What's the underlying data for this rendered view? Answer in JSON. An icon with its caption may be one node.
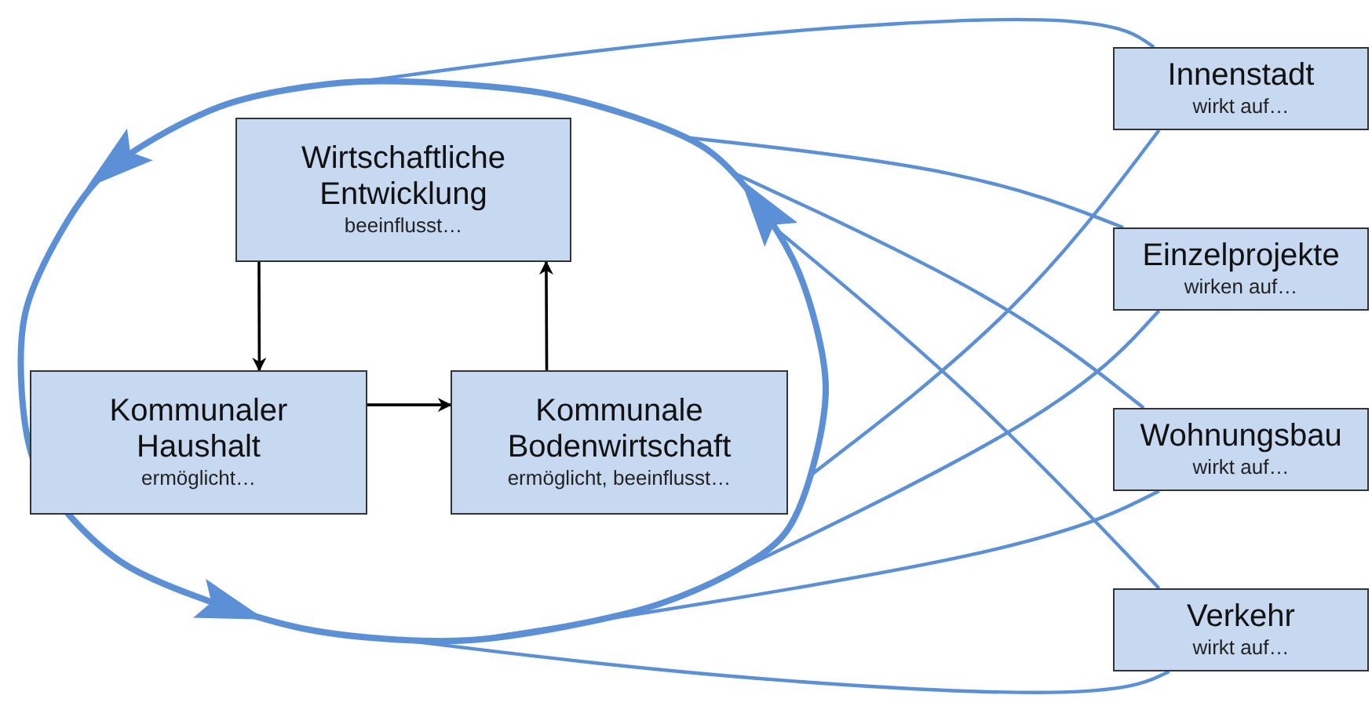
{
  "diagram": {
    "nodes": [
      {
        "text": [],
        "shape": "ellipse"
      },
      {
        "text": [
          "Wirtschaftliche Entwicklung",
          "beeinflusst…"
        ],
        "in": 0
      },
      {
        "text": [
          "Kommunaler Haushalt",
          "ermöglicht…"
        ],
        "in": 0
      },
      {
        "text": [
          "Kommunale Bodenwirtschaft",
          "ermöglicht, beeinflusst…"
        ],
        "in": 0
      },
      {
        "text": [
          "Innenstadt",
          "wirkt auf…"
        ]
      },
      {
        "text": [
          "Einzelprojekte",
          "wirken auf…"
        ]
      },
      {
        "text": [
          "Wohnungsbau",
          "wirkt auf…"
        ]
      },
      {
        "text": [
          "Verkehr",
          "wirkt auf…"
        ]
      }
    ],
    "edges": [
      {
        "from": 1,
        "to": 2,
        "arrow": "to",
        "color": "#000000"
      },
      {
        "from": 2,
        "to": 3,
        "arrow": "to",
        "color": "#000000"
      },
      {
        "from": 3,
        "to": 1,
        "arrow": "to",
        "color": "#000000"
      },
      {
        "from": 4,
        "to": 0,
        "arrow": "none"
      },
      {
        "from": 4,
        "to": 0,
        "arrow": "none"
      },
      {
        "from": 5,
        "to": 0,
        "arrow": "none"
      },
      {
        "from": 5,
        "to": 0,
        "arrow": "none"
      },
      {
        "from": 6,
        "to": 0,
        "arrow": "none"
      },
      {
        "from": 6,
        "to": 0,
        "arrow": "none"
      },
      {
        "from": 7,
        "to": 0,
        "arrow": "none"
      },
      {
        "from": 7,
        "to": 0,
        "arrow": "none"
      }
    ]
  }
}
